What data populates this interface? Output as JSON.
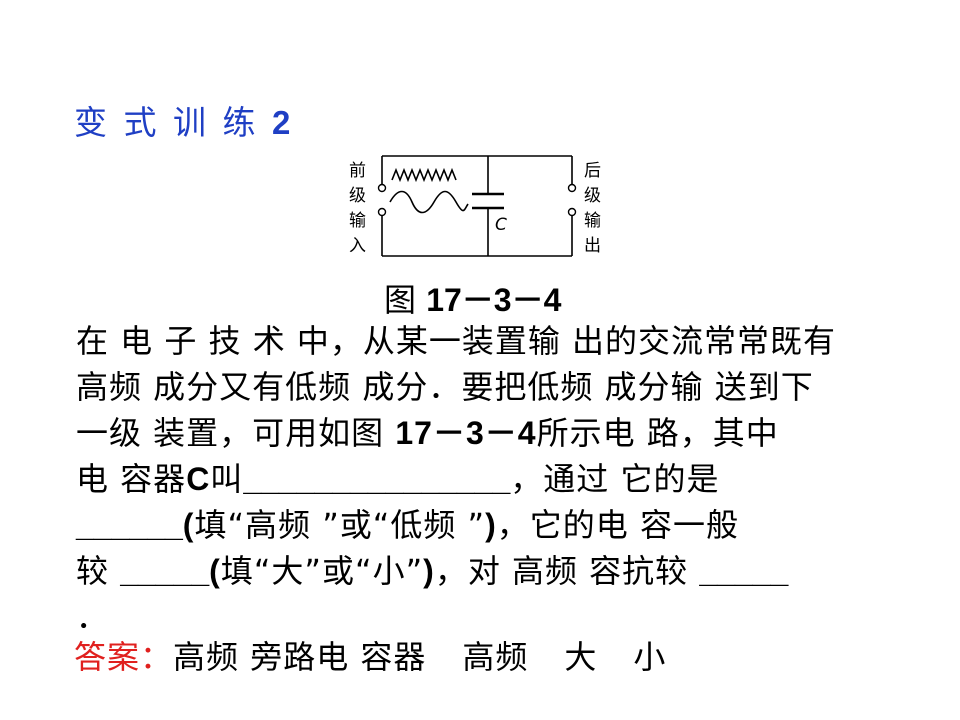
{
  "heading": {
    "text": "变 式 训 练 ",
    "num": "2"
  },
  "figure": {
    "left_label": [
      "前",
      "级",
      "输",
      "入"
    ],
    "right_label": [
      "后",
      "级",
      "输",
      "出"
    ],
    "capacitor_label": "C",
    "caption_prefix": "图 ",
    "caption_number": "17－3－4"
  },
  "question": {
    "line1": "在 电 子 技 术 中，从某一装置输 出的交流常常既有",
    "line2": "高频 成分又有低频 成分．要把低频 成分输 送到下",
    "line3_a": "一级 装置，可用如图 ",
    "line3_num": "17－3－4",
    "line3_b": "所示电 路，其中",
    "line4_a": "电 容器",
    "line4_c": "C",
    "line4_b": "叫",
    "line4_blank": "_______________",
    "line4_c2": "，通过 它的是",
    "line5_blank": "______",
    "line5_paren": "(",
    "line5_text": "填“高频 ”或“低频 ”",
    "line5_close": ")",
    "line5_rest": "，它的电 容一般",
    "line6_a": "较 ",
    "line6_blank1": "_____",
    "line6_paren": "(",
    "line6_text": "填“大”或“小”",
    "line6_close": ")",
    "line6_rest": "，对 高频 容抗较 ",
    "line6_blank2": "_____",
    "line7": "．"
  },
  "answer": {
    "label": "答案：",
    "a1": "高频 旁路电 容器",
    "a2": "高频",
    "a3": "大",
    "a4": "小"
  },
  "colors": {
    "heading": "#1f3fc4",
    "answer_label": "#e0201e",
    "text": "#000000"
  }
}
